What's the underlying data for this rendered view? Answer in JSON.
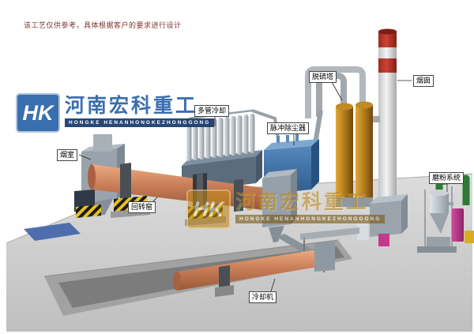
{
  "disclaimer": "该工艺仅供参考，具体根据客户的要求进行设计",
  "watermark": {
    "logo_text": "HK",
    "company_cn": "河南宏科重工",
    "company_en": "HONGKE HENANHONGKEZHONGGONG"
  },
  "labels": {
    "smoke_chamber": "烟室",
    "rotary_kiln": "回转窑",
    "multi_tube_cooler": "多管冷却",
    "pulse_dust_collector": "脉冲除尘器",
    "desulfurization_tower": "脱硫塔",
    "chimney": "烟囱",
    "grinding_system": "磨粉系统",
    "cooling_machine": "冷却机"
  },
  "colors": {
    "kiln": "#c97f59",
    "dust_collector": "#3f74ad",
    "desulf_tower": "#b07c1c",
    "chimney_band": "#b03028",
    "hazard_yellow": "#e6c21e",
    "grinding_green": "#2e7a34",
    "grinding_magenta": "#c23a8e",
    "watermark_blue": "#2a63a8",
    "watermark_gold": "#c08a1e",
    "platform_gray": "#cccccc"
  }
}
